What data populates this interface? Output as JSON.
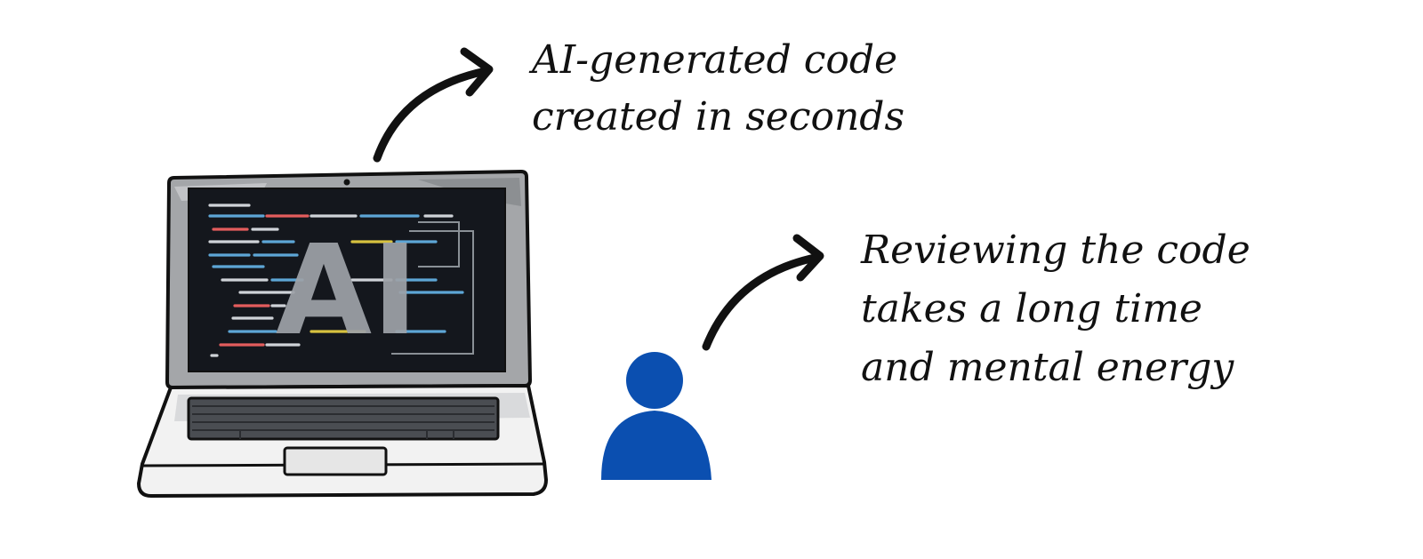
{
  "screen": {
    "ai_label": "AI"
  },
  "captions": {
    "top": [
      "AI-generated code",
      "created in seconds"
    ],
    "right": [
      "Reviewing the code",
      "takes a long time",
      "and mental energy"
    ]
  },
  "colors": {
    "person": "#0b4fb0",
    "ink": "#111111",
    "screen_bg": "#14171d",
    "laptop_frame": "#9b9da0",
    "ai_letters": "#9ea2a8"
  },
  "icons": {
    "person": "person-icon",
    "arrow_top": "curved-arrow-icon",
    "arrow_right": "curved-arrow-icon"
  }
}
